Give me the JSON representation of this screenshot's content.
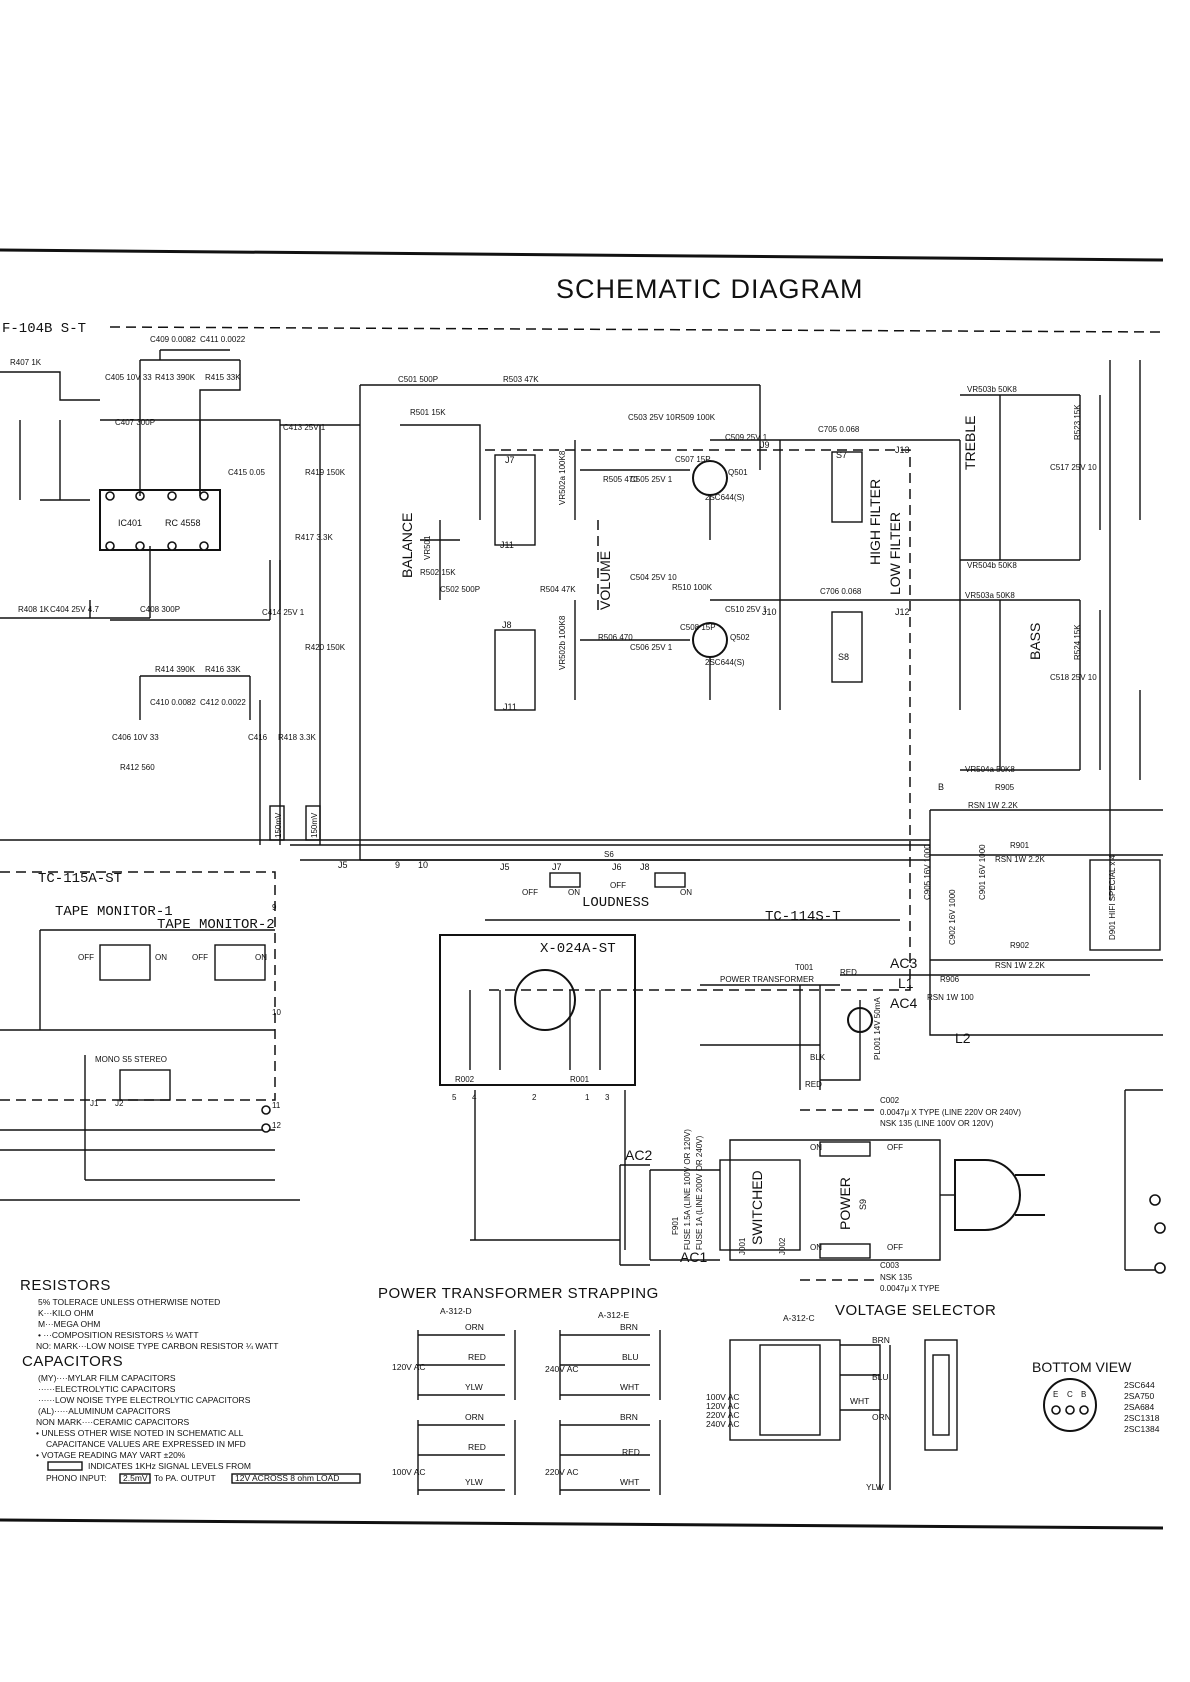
{
  "title": "SCHEMATIC DIAGRAM",
  "boards": {
    "f104b": "F-104B S-T",
    "tc115a": "TC-115A-ST",
    "tc114s": "TC-114S-T",
    "x024a": "X-024A-ST"
  },
  "controls": {
    "balance": "BALANCE",
    "volume": "VOLUME",
    "treble": "TREBLE",
    "bass": "BASS",
    "high_filter": "HIGH FILTER",
    "low_filter": "LOW FILTER",
    "loudness": "LOUDNESS",
    "tape_monitor_1": "TAPE MONITOR-1",
    "tape_monitor_2": "TAPE MONITOR-2",
    "mono_stereo": "MONO  S5  STEREO",
    "power": "POWER",
    "power_switch": "S9",
    "switched": "SWITCHED"
  },
  "components": {
    "ic401": "IC401",
    "ic_type": "RC 4558",
    "q501": "Q501",
    "q501_type": "2SC644(S)",
    "q502": "Q502",
    "q502_type": "2SC644(S)",
    "c409": "C409 0.0082",
    "c411": "C411 0.0022",
    "r413": "R413 390K",
    "r415": "R415 33K",
    "c405": "C405 10V 33",
    "c407": "C407 300P",
    "c413": "C413 25V 1",
    "c415": "C415 0.05",
    "r419": "R419 150K",
    "r417": "R417 3.3K",
    "c408": "C408 300P",
    "c414": "C414 25V 1",
    "r420": "R420 150K",
    "r414": "R414 390K",
    "r416": "R416 33K",
    "c410": "C410 0.0082",
    "c412": "C412 0.0022",
    "c416": "C416",
    "r418": "R418 3.3K",
    "r412": "R412 560",
    "c406": "C406 10V 33",
    "r407": "R407 1K",
    "r408": "R408 1K",
    "c404": "C404 25V 4.7",
    "c501": "C501 500P",
    "r503": "R503 47K",
    "r501": "R501 15K",
    "c503": "C503 25V 10",
    "r509": "R509 100K",
    "c509": "C509 25V 1",
    "c505": "C505 25V 1",
    "r505": "R505 470",
    "c507": "C507 15P",
    "c502": "C502 500P",
    "r502": "R502 15K",
    "r504": "R504 47K",
    "c504": "C504 25V 10",
    "r510": "R510 100K",
    "c510": "C510 25V 1",
    "c506": "C506 25V 1",
    "r506": "R506 470",
    "c508": "C508 15P",
    "vr501": "VR501",
    "vr502a": "VR502a 100K8",
    "vr502b": "VR502b 100K8",
    "c705": "C705 0.068",
    "c706": "C706 0.068",
    "s7": "S7",
    "s8": "S8",
    "vr503b": "VR503b 50K8",
    "vr504b": "VR504b 50K8",
    "vr503a": "VR503a 50K8",
    "vr504a": "VR504a 50K8",
    "r523": "R523 15K",
    "r524": "R524 15K",
    "c517": "C517 25V 10",
    "c518": "C518 25V 10",
    "r905": "R905",
    "r905_val": "RSN 1W 2.2K",
    "r901": "R901",
    "r901_val": "RSN 1W 2.2K",
    "r902": "R902",
    "r902_val": "RSN 1W 2.2K",
    "r906": "R906",
    "r906_val": "RSN 1W 100",
    "c905": "C905 16V 1000",
    "c901": "C901 16V 1000",
    "c902": "C902 16V 1000",
    "d901_904": "D901 HIFI SPECIAL x 4",
    "t001": "T001",
    "power_transformer": "POWER TRANSFORMER",
    "pl001": "PL001 14V 50mA",
    "c002": "C002",
    "c002_val": "0.0047μ X TYPE (LINE 220V OR 240V)",
    "c002_alt": "NSK 135 (LINE 100V OR 120V)",
    "c003": "C003",
    "c003_val": "NSK 135",
    "c003_alt": "0.0047μ X TYPE",
    "f901": "F901",
    "fuse_1": "FUSE 1.5A (LINE 100V OR 120V)",
    "fuse_2": "FUSE 1A (LINE 200V OR 240V)",
    "j001": "J001",
    "j002": "J002",
    "ac1": "AC1",
    "ac2": "AC2",
    "ac3": "AC3",
    "ac4": "AC4",
    "l1": "L1",
    "l2": "L2",
    "mv150_1": "150mV",
    "mv150_2": "150mV",
    "on": "ON",
    "off": "OFF",
    "red": "RED",
    "blk": "BLK"
  },
  "legend": {
    "resistors_heading": "RESISTORS",
    "resistor_lines": [
      "5% TOLERACE UNLESS OTHERWISE NOTED",
      "K···KILO OHM",
      "M···MEGA OHM",
      "• ···COMPOSITION RESISTORS ½ WATT",
      "NO: MARK···LOW NOISE TYPE CARBON RESISTOR ¼ WATT"
    ],
    "capacitors_heading": "CAPACITORS",
    "capacitor_lines": [
      "(MY)····MYLAR FILM CAPACITORS",
      "······ELECTROLYTIC CAPACITORS",
      "······LOW NOISE TYPE ELECTROLYTIC CAPACITORS",
      "(AL)·····ALUMINUM CAPACITORS",
      "NON MARK····CERAMIC CAPACITORS",
      "• UNLESS OTHER WISE NOTED IN SCHEMATIC ALL",
      "CAPACITANCE VALUES ARE EXPRESSED IN MFD",
      "• VOTAGE READING MAY VART ±20%",
      "INDICATES 1KHz SIGNAL LEVELS FROM"
    ],
    "phono_line": "PHONO INPUT:",
    "phono_level": "2.5mV",
    "to_pa": "To PA. OUTPUT",
    "output_level": "12V ACROSS 8 ohm LOAD"
  },
  "strapping": {
    "heading": "POWER TRANSFORMER STRAPPING",
    "a312d": "A-312-D",
    "a312e": "A-312-E",
    "a312c": "A-312-C",
    "v120": "120V AC",
    "v240": "240V AC",
    "v100": "100V AC",
    "v220": "220V AC",
    "orn": "ORN",
    "red": "RED",
    "ylw": "YLW",
    "brn": "BRN",
    "blu": "BLU",
    "wht": "WHT",
    "selector_lines": [
      "100V AC",
      "120V AC",
      "220V AC",
      "240V AC"
    ]
  },
  "voltage_selector": "VOLTAGE SELECTOR",
  "bottom_view": {
    "heading": "BOTTOM VIEW",
    "pins": [
      "E",
      "C",
      "B"
    ],
    "transistors": [
      "2SC644",
      "2SA750",
      "2SA684",
      "2SC1318",
      "2SC1384"
    ]
  }
}
